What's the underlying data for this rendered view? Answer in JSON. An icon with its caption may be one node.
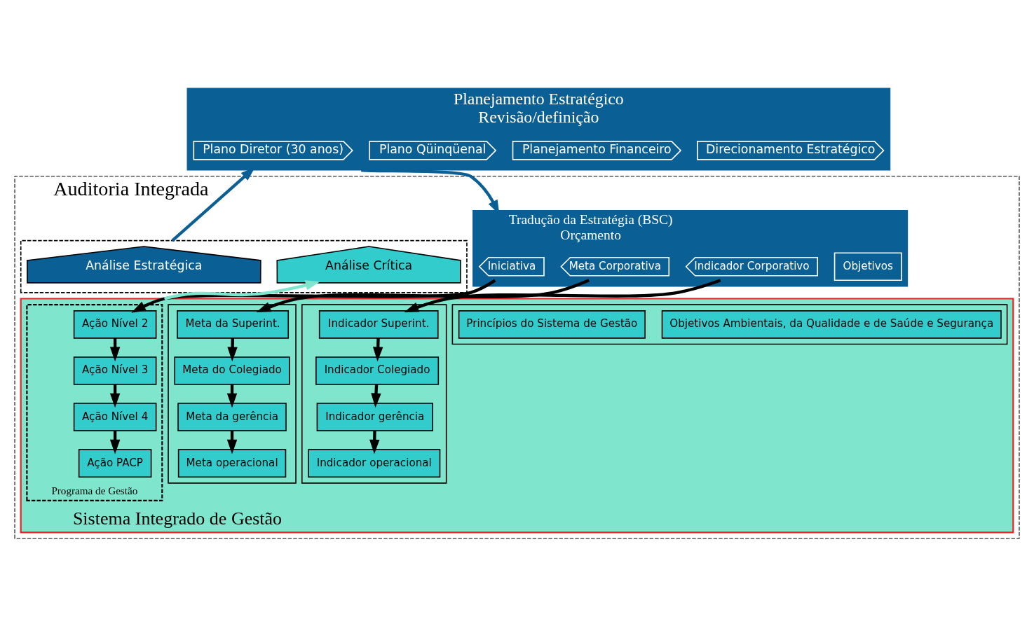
{
  "diagram": {
    "nodes": [
      {
        "text": [
          "Planejamento Estratégico",
          "Revisão/definição"
        ]
      },
      {
        "text": [
          "Plano Diretor (30 anos)"
        ],
        "in": 0
      },
      {
        "text": [
          "Plano Qüinqüenal"
        ],
        "in": 0
      },
      {
        "text": [
          "Planejamento Financeiro"
        ],
        "in": 0
      },
      {
        "text": [
          "Direcionamento Estratégico"
        ],
        "in": 0
      },
      {
        "text": [
          "Auditoria Integrada"
        ]
      },
      {
        "text": [],
        "shape": "box",
        "in": 5
      },
      {
        "text": [
          "Análise Estratégica"
        ],
        "in": 6
      },
      {
        "text": [
          "Análise Crítica"
        ],
        "in": 6
      },
      {
        "text": [
          "Tradução da Estratégia (BSC)",
          "Orçamento"
        ],
        "in": 5
      },
      {
        "text": [
          "Iniciativa"
        ],
        "in": 9
      },
      {
        "text": [
          "Meta Corporativa"
        ],
        "in": 9
      },
      {
        "text": [
          "Indicador Corporativo"
        ],
        "in": 9
      },
      {
        "text": [
          "Objetivos"
        ],
        "in": 9
      },
      {
        "text": [
          "Sistema Integrado de Gestão"
        ],
        "in": 5
      },
      {
        "text": [
          "Programa de Gestão"
        ],
        "in": 14
      },
      {
        "text": [
          "Ação Nível 2"
        ],
        "in": 15
      },
      {
        "text": [
          "Ação Nível 3"
        ],
        "in": 15
      },
      {
        "text": [
          "Ação Nível 4"
        ],
        "in": 15
      },
      {
        "text": [
          "Ação PACP"
        ],
        "in": 15
      },
      {
        "text": [],
        "shape": "box",
        "in": 14
      },
      {
        "text": [
          "Meta da Superint."
        ],
        "in": 20
      },
      {
        "text": [
          "Meta do Colegiado"
        ],
        "in": 20
      },
      {
        "text": [
          "Meta da gerência"
        ],
        "in": 20
      },
      {
        "text": [
          "Meta operacional"
        ],
        "in": 20
      },
      {
        "text": [],
        "shape": "box",
        "in": 14
      },
      {
        "text": [
          "Indicador Superint."
        ],
        "in": 25
      },
      {
        "text": [
          "Indicador Colegiado"
        ],
        "in": 25
      },
      {
        "text": [
          "Indicador gerência"
        ],
        "in": 25
      },
      {
        "text": [
          "Indicador operacional"
        ],
        "in": 25
      },
      {
        "text": [],
        "shape": "box",
        "in": 14
      },
      {
        "text": [
          "Princípios do Sistema de Gestão"
        ],
        "in": 30
      },
      {
        "text": [
          "Objetivos Ambientais, da Qualidade e de Saúde e Segurança"
        ],
        "in": 30
      }
    ],
    "edges": [
      {
        "from": 6,
        "to": 0,
        "arrow": "to",
        "color": "#0a5f95"
      },
      {
        "from": 0,
        "to": 9,
        "arrow": "to",
        "color": "#0a5f95"
      },
      {
        "from": 10,
        "to": 16,
        "arrow": "to"
      },
      {
        "from": 11,
        "to": 21,
        "arrow": "to"
      },
      {
        "from": 12,
        "to": 26,
        "arrow": "to"
      },
      {
        "from": 16,
        "to": 17,
        "arrow": "to"
      },
      {
        "from": 17,
        "to": 18,
        "arrow": "to"
      },
      {
        "from": 18,
        "to": 19,
        "arrow": "to"
      },
      {
        "from": 21,
        "to": 22,
        "arrow": "to"
      },
      {
        "from": 22,
        "to": 23,
        "arrow": "to"
      },
      {
        "from": 23,
        "to": 24,
        "arrow": "to"
      },
      {
        "from": 26,
        "to": 27,
        "arrow": "to"
      },
      {
        "from": 27,
        "to": 28,
        "arrow": "to"
      },
      {
        "from": 28,
        "to": 29,
        "arrow": "to"
      },
      {
        "from": 14,
        "to": 8,
        "arrow": "to",
        "color": "#7fe5cc"
      }
    ]
  }
}
